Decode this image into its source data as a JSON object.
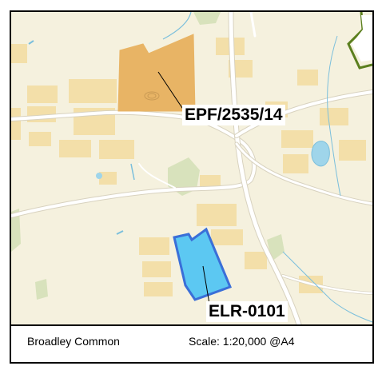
{
  "map": {
    "sites": [
      {
        "label": "EPF/2535/14",
        "fill": "#e8b465",
        "stroke": "#e8b465",
        "kind": "planning-application"
      },
      {
        "label": "ELR-0101",
        "fill": "#5cc8f2",
        "stroke": "#3a6fd8",
        "kind": "employment-land-site"
      }
    ],
    "colors": {
      "background": "#f5f1de",
      "buildings": "#f3dfa9",
      "roads": "#ffffff",
      "road_casing": "#d8d2bf",
      "woodland": "#d8e2bc",
      "water": "#9fd5ea",
      "boundary": "#5b7f1e"
    }
  },
  "footer": {
    "place_name": "Broadley Common",
    "scale_text": "Scale: 1:20,000 @A4"
  }
}
